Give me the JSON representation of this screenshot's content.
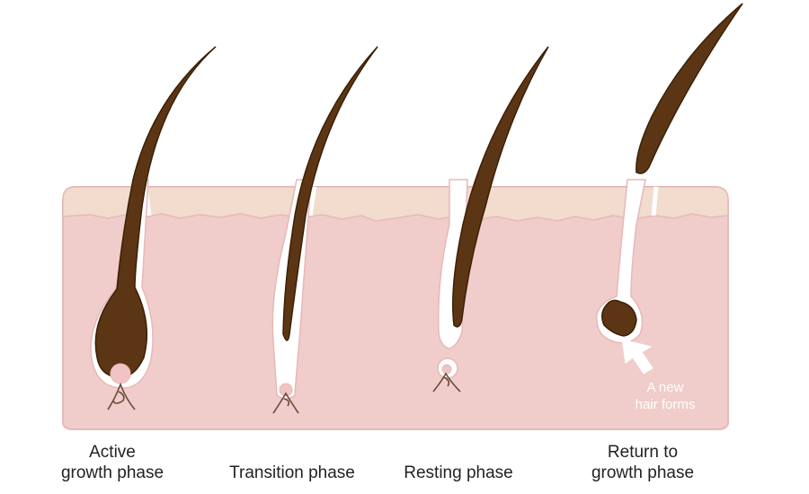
{
  "phases": [
    {
      "id": "active",
      "lines": [
        "Active",
        "growth phase"
      ]
    },
    {
      "id": "transition",
      "lines": [
        "Transition phase"
      ]
    },
    {
      "id": "resting",
      "lines": [
        "Resting phase"
      ]
    },
    {
      "id": "return",
      "lines": [
        "Return to",
        "growth phase"
      ]
    }
  ],
  "annotation": {
    "lines": [
      "A new",
      "hair forms"
    ]
  },
  "colors": {
    "skin": "#f0cdca",
    "skin_outline": "#e7b8b8",
    "epidermis": "#f1dccd",
    "hair": "#5c3614",
    "hair_outline": "#3a2008",
    "follicle": "#ffffff",
    "papilla": "#f1c4c4",
    "vessel": "#6a4a3a"
  }
}
